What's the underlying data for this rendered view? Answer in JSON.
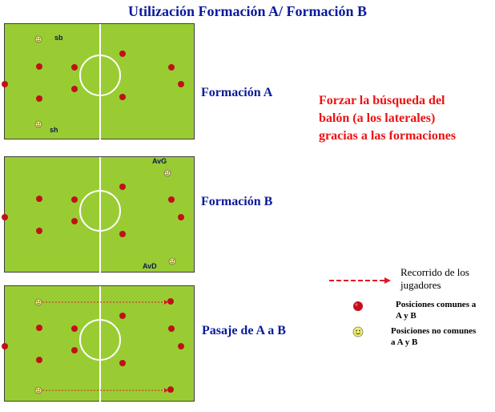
{
  "title": "Utilización Formación A/ Formación B",
  "fields": [
    {
      "label": "Formación A",
      "tags": [
        "sb",
        "sh"
      ]
    },
    {
      "label": "Formación B",
      "tags": [
        "AvG",
        "AvD"
      ]
    },
    {
      "label": "Pasaje de A a B",
      "tags": []
    }
  ],
  "note_lines": [
    "Forzar la búsqueda del",
    "balón (a los laterales)",
    "gracias a las formaciones"
  ],
  "legend": {
    "arrow_lines": [
      "Recorrido de los",
      "jugadores"
    ],
    "common_lines": [
      "Posiciones comunes a",
      "A y B"
    ],
    "noncommon_lines": [
      "Posiciones no comunes",
      "a A y B"
    ]
  },
  "colors": {
    "pitch": "#99cc33",
    "player": "#c0111a",
    "smiley": "#f2ee6a",
    "title": "#0a1a9c",
    "note": "#ee1111",
    "arrow": "#e0152a"
  },
  "icons": {
    "player": "red-circle-icon",
    "smiley": "smiley-face-icon",
    "arrow": "dashed-arrow-icon"
  }
}
